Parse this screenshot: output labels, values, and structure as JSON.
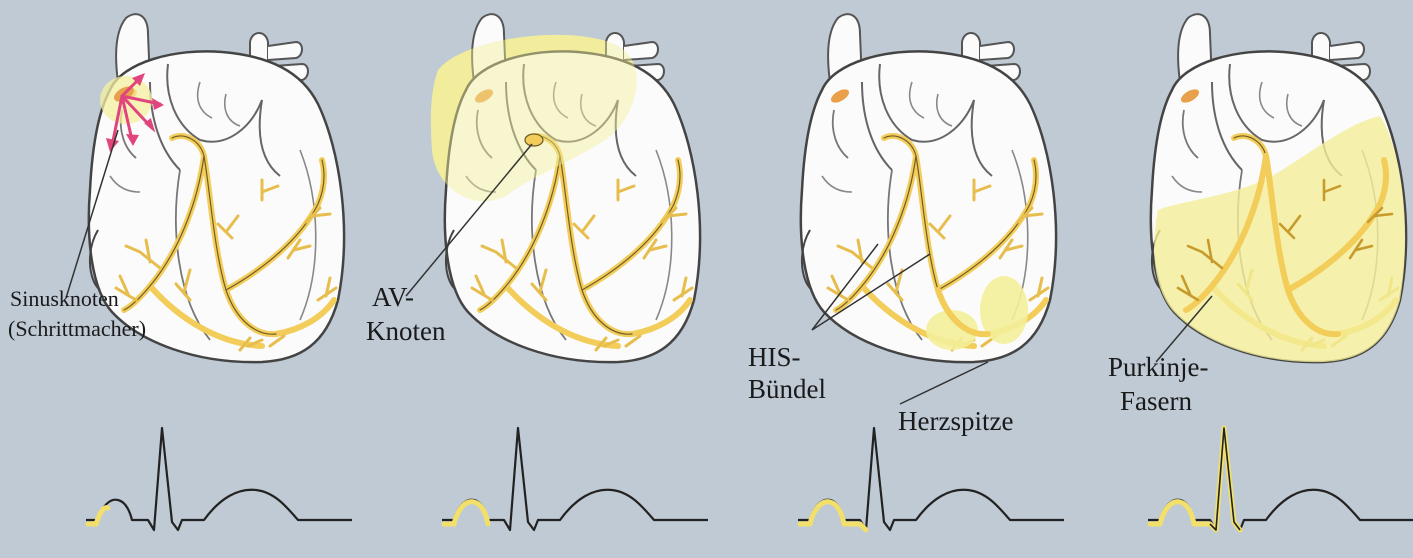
{
  "labels": {
    "sinus_1": "Sinusknoten",
    "sinus_2": "(Schrittmacher)",
    "av_1": "AV-",
    "av_2": "Knoten",
    "his_1": "HIS-",
    "his_2": "Bündel",
    "apex": "Herzspitze",
    "purk_1": "Purkinje-",
    "purk_2": "Fasern"
  },
  "colors": {
    "background": "#bfcad4",
    "heart_fill": "#fbfbfb",
    "conduction_yellow": "#f3cd5a",
    "excitation_highlight": "#f6f0a0",
    "sinus_node": "#e8a04a",
    "arrow_pink": "#e0457d",
    "ecg_line": "#222222",
    "ecg_highlight": "#f2e06a"
  },
  "icons": [
    "heart-diagram",
    "conduction-system",
    "ecg-trace",
    "impulse-arrows"
  ]
}
